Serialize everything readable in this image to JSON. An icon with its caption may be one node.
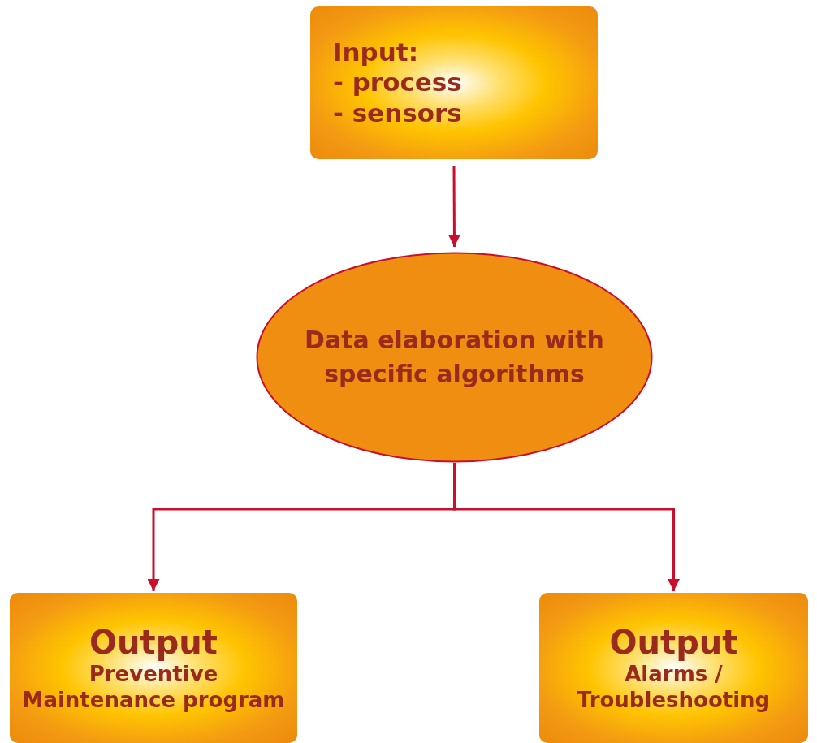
{
  "diagram": {
    "nodes": [
      {
        "text": [
          "Input:",
          "- process",
          "- sensors"
        ]
      },
      {
        "text": [
          "Data elaboration with specific algorithms"
        ]
      },
      {
        "text": [
          "Output",
          "Preventive Maintenance program"
        ]
      },
      {
        "text": [
          "Output",
          "Alarms / Troubleshooting"
        ]
      }
    ],
    "edges": [
      {
        "from": 0,
        "to": 1,
        "arrow": "to"
      },
      {
        "from": 1,
        "to": 2,
        "arrow": "to"
      },
      {
        "from": 1,
        "to": 3,
        "arrow": "to"
      }
    ]
  }
}
